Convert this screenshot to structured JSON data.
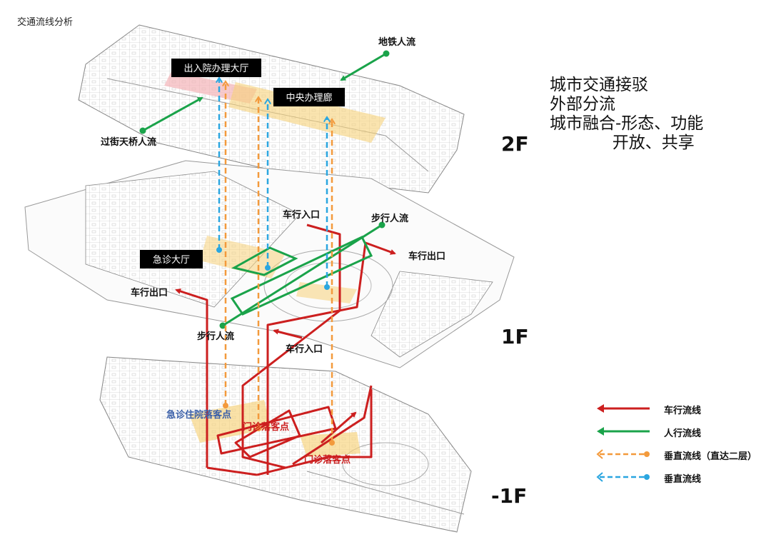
{
  "title": "交通流线分析",
  "slogan": [
    "城市交通接驳",
    "外部分流",
    "城市融合-形态、功能",
    "            开放、共享"
  ],
  "floors": [
    "2F",
    "1F",
    "-1F"
  ],
  "labels_boxed": [
    "出入院办理大厅",
    "中央办理廊",
    "急诊大厅"
  ],
  "labels_flow": [
    "地铁人流",
    "过街天桥人流",
    "车行入口",
    "步行人流",
    "车行出口",
    "车行出口",
    "步行人流",
    "车行入口"
  ],
  "labels_drop": [
    "急诊住院落客点",
    "门诊落客点",
    "门诊落客点"
  ],
  "legend": [
    {
      "label": "车行流线",
      "color": "#cc1f1f",
      "style": "solid-arrow"
    },
    {
      "label": "人行流线",
      "color": "#1aa34a",
      "style": "solid-arrow"
    },
    {
      "label": "垂直流线（直达二层）",
      "color": "#f39a3c",
      "style": "dashed-dot"
    },
    {
      "label": "垂直流线",
      "color": "#2aa6e0",
      "style": "dashed-dot"
    }
  ],
  "colors": {
    "vehicle": "#cc1f1f",
    "pedestrian": "#1aa34a",
    "vertical_direct": "#f39a3c",
    "vertical": "#2aa6e0",
    "zone": "#f7d27a",
    "zone_pink": "#f4b3b8"
  }
}
